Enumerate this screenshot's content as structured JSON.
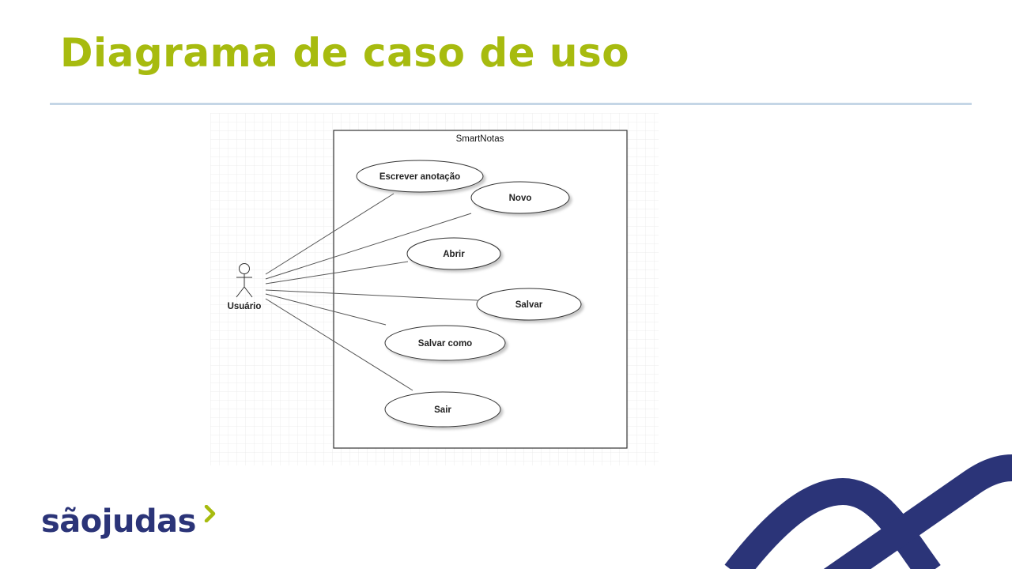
{
  "slide": {
    "title": "Diagrama de caso de uso"
  },
  "diagram": {
    "system_name": "SmartNotas",
    "actor": {
      "label": "Usuário"
    },
    "use_cases": [
      "Escrever anotação",
      "Novo",
      "Abrir",
      "Salvar",
      "Salvar como",
      "Sair"
    ],
    "associations": [
      [
        "Usuário",
        "Escrever anotação"
      ],
      [
        "Usuário",
        "Novo"
      ],
      [
        "Usuário",
        "Abrir"
      ],
      [
        "Usuário",
        "Salvar"
      ],
      [
        "Usuário",
        "Salvar como"
      ],
      [
        "Usuário",
        "Sair"
      ]
    ]
  },
  "branding": {
    "logo_text": "sãojudas",
    "title_color": "#a7bb0f",
    "brand_navy": "#2b3478",
    "accent_green": "#a7bb0f"
  }
}
